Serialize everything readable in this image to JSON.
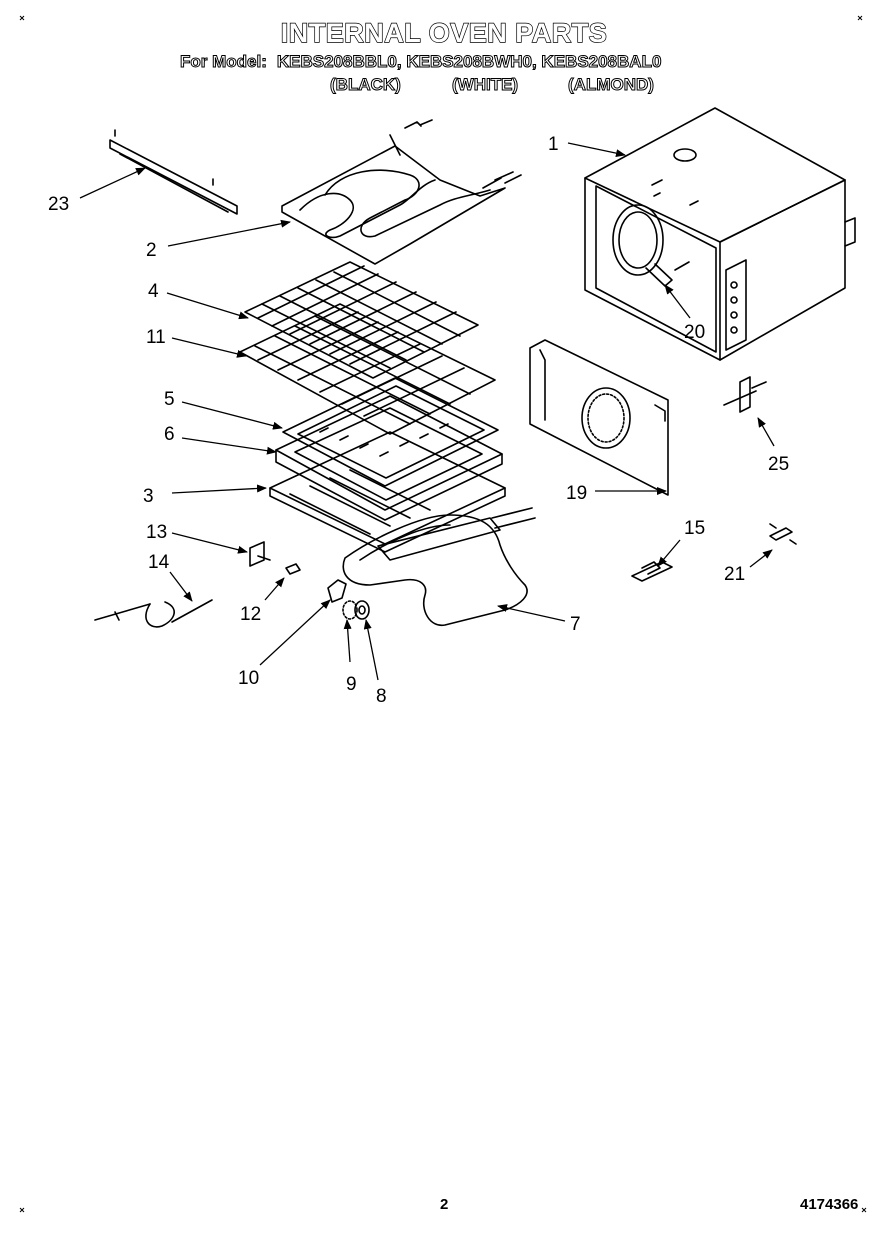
{
  "header": {
    "title": "INTERNAL OVEN PARTS",
    "model_lead": "For Model:",
    "models": "KEBS208BBL0, KEBS208BWH0, KEBS208BAL0",
    "colors": [
      "(BLACK)",
      "(WHITE)",
      "(ALMOND)"
    ]
  },
  "callouts": [
    "1",
    "2",
    "23",
    "4",
    "11",
    "5",
    "6",
    "3",
    "13",
    "14",
    "12",
    "10",
    "9",
    "8",
    "7",
    "19",
    "20",
    "25",
    "15",
    "21"
  ],
  "footer": {
    "page_number": "2",
    "document_number": "4174366"
  }
}
